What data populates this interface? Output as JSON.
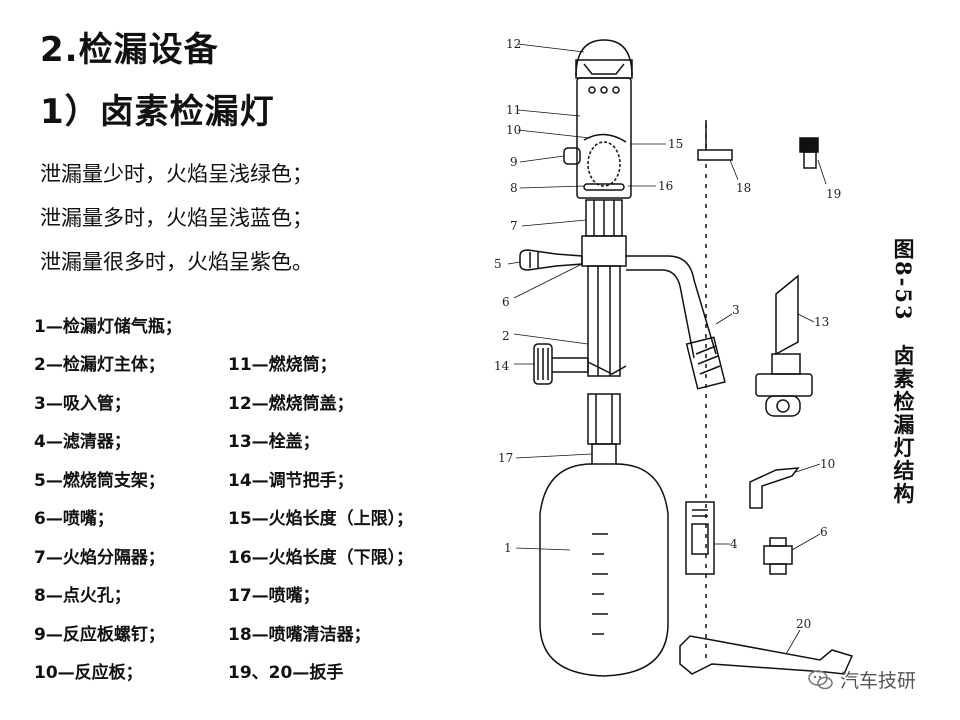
{
  "titles": {
    "section": "2.检漏设备",
    "subsection": "1）卤素检漏灯"
  },
  "observations": [
    "泄漏量少时，火焰呈浅绿色；",
    "泄漏量多时，火焰呈浅蓝色；",
    "泄漏量很多时，火焰呈紫色。"
  ],
  "legend": {
    "col1": [
      "1—检漏灯储气瓶；",
      "2—检漏灯主体；",
      "3—吸入管；",
      "4—滤清器；",
      "5—燃烧筒支架；",
      "6—喷嘴；",
      "7—火焰分隔器；",
      "8—点火孔；",
      "9—反应板螺钉；",
      "10—反应板；"
    ],
    "col2": [
      "11—燃烧筒；",
      "12—燃烧筒盖；",
      "13—栓盖；",
      "14—调节把手；",
      "15—火焰长度（上限）；",
      "16—火焰长度（下限）；",
      "17—喷嘴；",
      "18—喷嘴清洁器；",
      "19、20—扳手"
    ]
  },
  "figure": {
    "caption": "图8-53　卤素检漏灯结构",
    "callouts": [
      "12",
      "11",
      "10",
      "9",
      "8",
      "7",
      "5",
      "6",
      "2",
      "14",
      "17",
      "1",
      "15",
      "16",
      "3",
      "18",
      "19",
      "13",
      "10",
      "6",
      "4",
      "20"
    ]
  },
  "watermark": {
    "icon": "wechat-icon",
    "text": "汽车技研"
  }
}
